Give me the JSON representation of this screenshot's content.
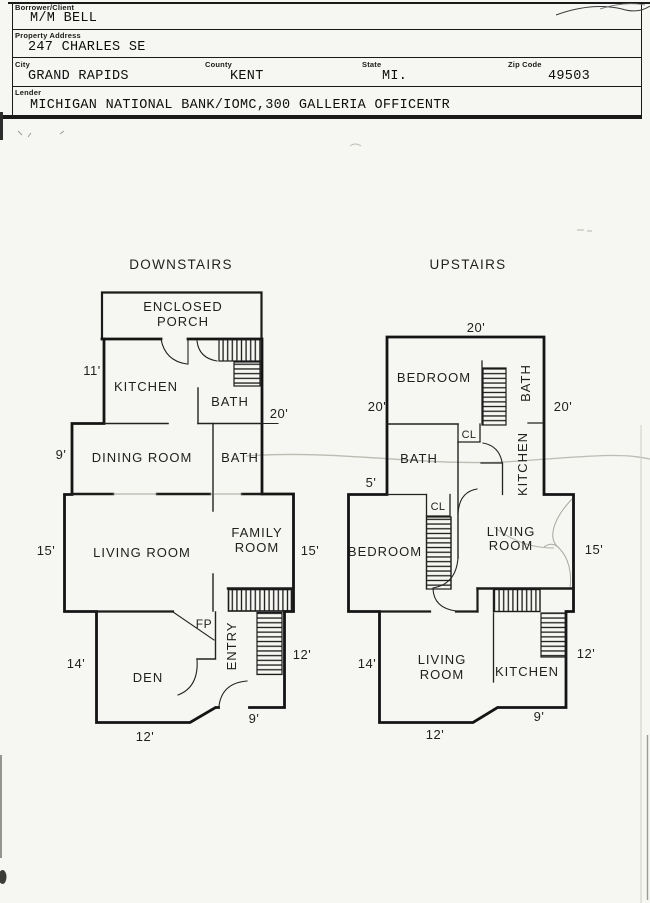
{
  "form": {
    "borrower_label": "Borrower/Client",
    "borrower_value": "M/M BELL",
    "property_label": "Property Address",
    "property_value": "247 CHARLES SE",
    "city_label": "City",
    "city_value": "GRAND RAPIDS",
    "county_label": "County",
    "county_value": "KENT",
    "state_label": "State",
    "state_value": "MI.",
    "zip_label": "Zip Code",
    "zip_value": "49503",
    "lender_label": "Lender",
    "lender_value": "MICHIGAN NATIONAL BANK/IOMC,300 GALLERIA OFFICENTR"
  },
  "downstairs": {
    "title": "DOWNSTAIRS",
    "rooms": {
      "enclosed_porch_line1": "ENCLOSED",
      "enclosed_porch_line2": "PORCH",
      "kitchen": "KITCHEN",
      "bath_upper": "BATH",
      "dining_room": "DINING ROOM",
      "bath_mid": "BATH",
      "living_room": "LIVING ROOM",
      "family_line1": "FAMILY",
      "family_line2": "ROOM",
      "fireplace": "FP",
      "entry": "ENTRY",
      "den": "DEN"
    },
    "dims": {
      "left_kitchen": "11'",
      "right_upper": "20'",
      "left_dining": "9'",
      "left_living": "15'",
      "right_living": "15'",
      "left_den": "14'",
      "right_entry": "12'",
      "bottom_entry": "9'",
      "bottom_den": "12'"
    }
  },
  "upstairs": {
    "title": "UPSTAIRS",
    "rooms": {
      "bedroom_top": "BEDROOM",
      "bath_right": "BATH",
      "closet_upper": "CL",
      "bath_left": "BATH",
      "kitchen_right": "KITCHEN",
      "closet_lower": "CL",
      "bedroom_left": "BEDROOM",
      "living_upper_line1": "LIVING",
      "living_upper_line2": "ROOM",
      "living_lower_line1": "LIVING",
      "living_lower_line2": "ROOM",
      "kitchen_lower": "KITCHEN"
    },
    "dims": {
      "top": "20'",
      "left_upper": "20'",
      "right_upper": "20'",
      "left_bath": "5'",
      "right_living": "15'",
      "left_lower": "14'",
      "right_kitchen": "12'",
      "bottom_kitchen": "9'",
      "bottom_living": "12'"
    }
  }
}
